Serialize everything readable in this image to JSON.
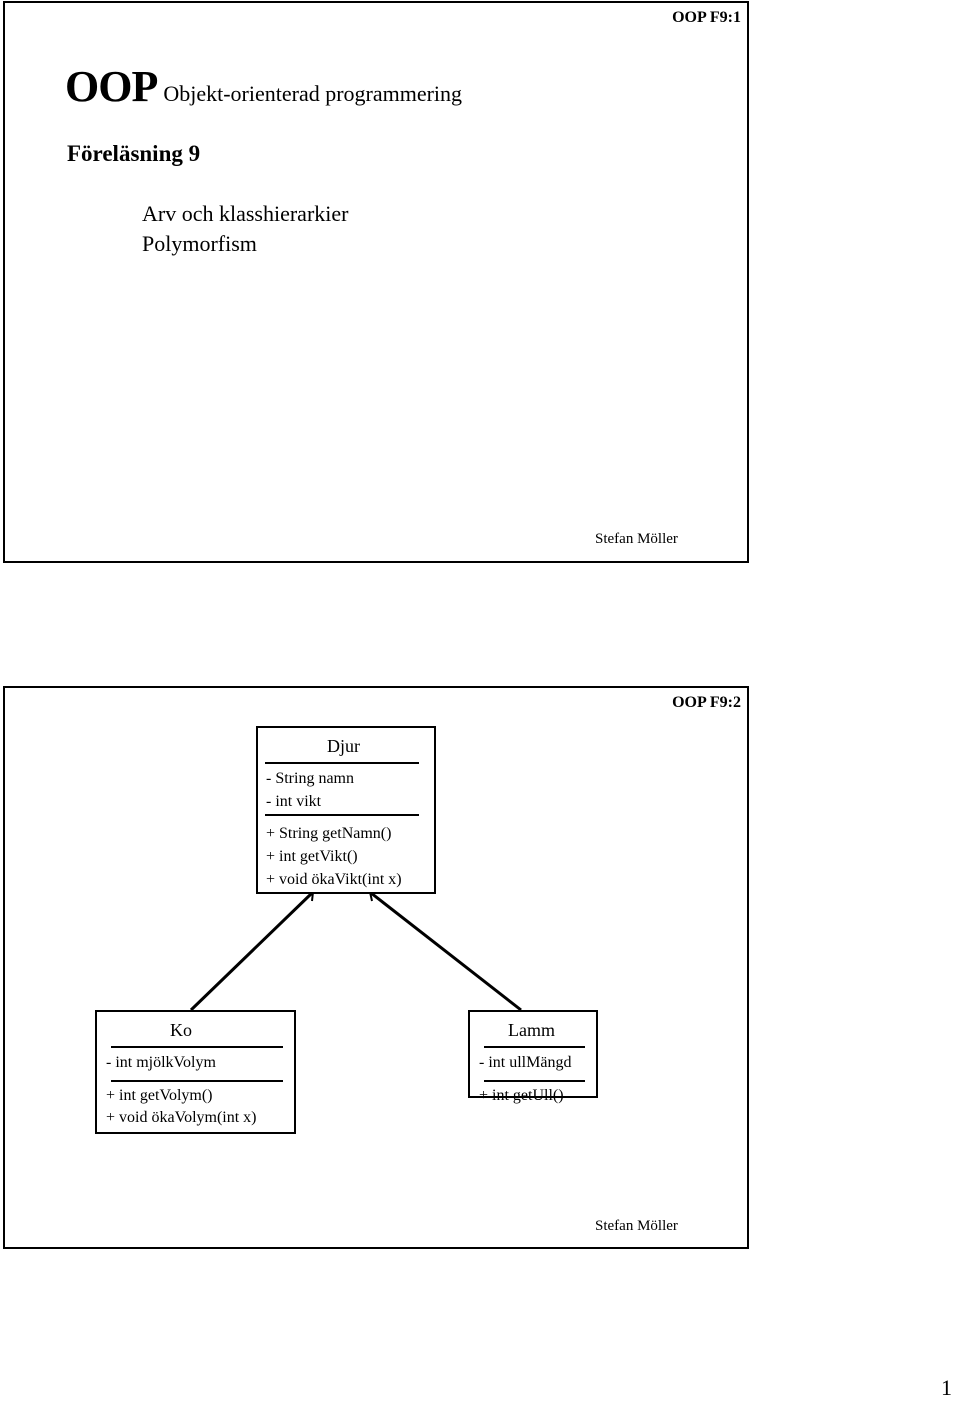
{
  "slide1": {
    "slide_number": "OOP F9:1",
    "title": "OOP",
    "subtitle": "Objekt-orienterad programmering",
    "lecture": "Föreläsning 9",
    "topics": [
      "Arv och klasshierarkier",
      "Polymorfism"
    ],
    "author": "Stefan Möller"
  },
  "slide2": {
    "slide_number": "OOP F9:2",
    "diagram": {
      "djur": {
        "name": "Djur",
        "attributes": [
          "- String namn",
          "- int vikt"
        ],
        "methods": [
          "+ String getNamn()",
          "+ int getVikt()",
          "+ void ökaVikt(int x)"
        ]
      },
      "ko": {
        "name": "Ko",
        "attributes": [
          "- int mjölkVolym"
        ],
        "methods": [
          "+ int getVolym()",
          "+ void ökaVolym(int x)"
        ]
      },
      "lamm": {
        "name": "Lamm",
        "attributes": [
          "- int ullMängd"
        ],
        "methods": [
          "+ int getUll()"
        ]
      }
    },
    "author": "Stefan Möller"
  },
  "page_number": "1"
}
